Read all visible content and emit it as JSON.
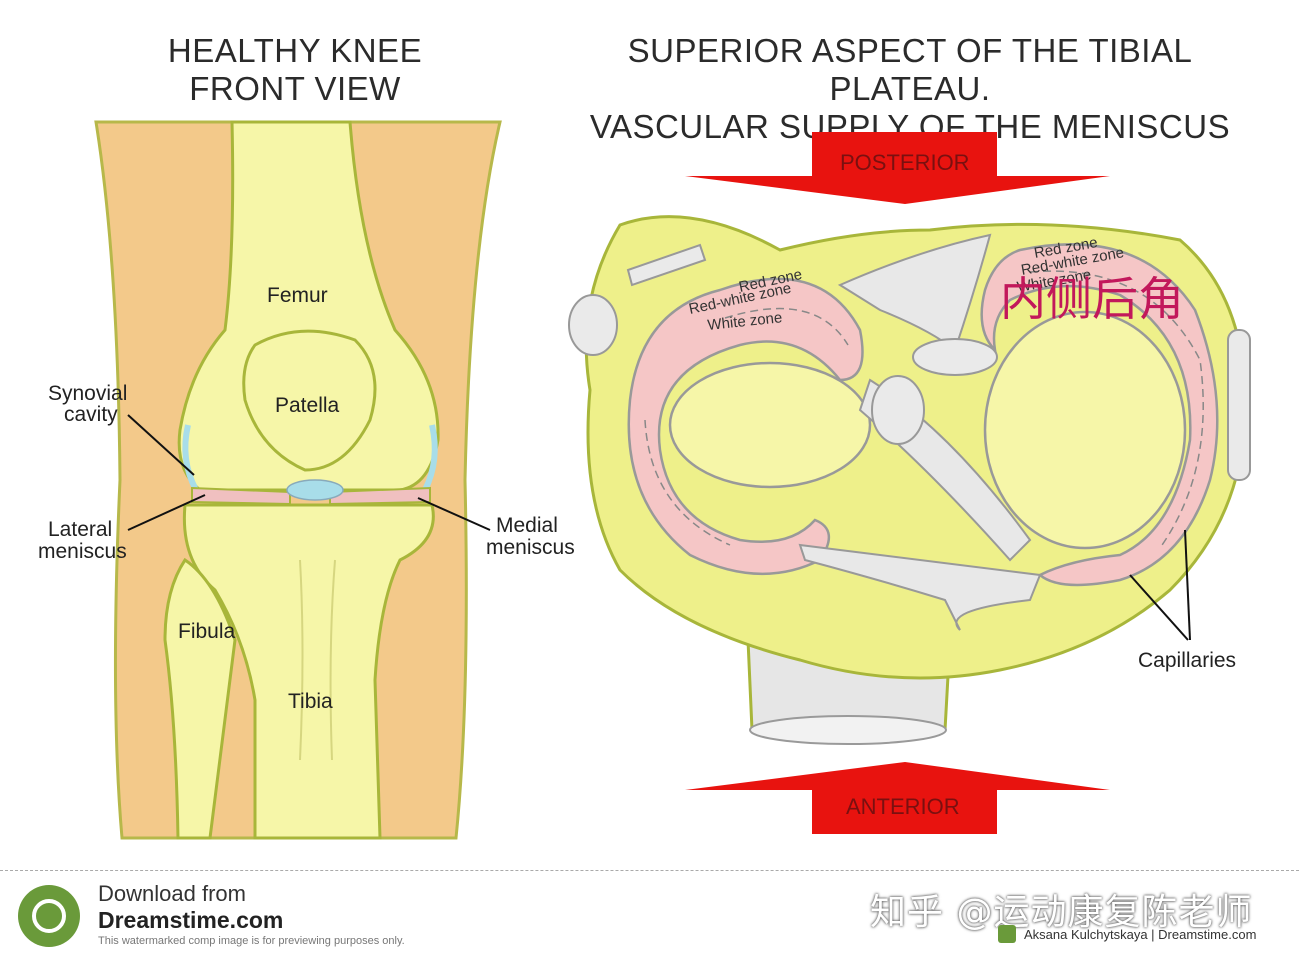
{
  "titles": {
    "left_line1": "HEALTHY KNEE",
    "left_line2": "FRONT VIEW",
    "right_line1": "SUPERIOR ASPECT OF THE TIBIAL PLATEAU.",
    "right_line2": "VASCULAR SUPPLY OF THE MENISCUS"
  },
  "front_view_labels": {
    "femur": "Femur",
    "patella": "Patella",
    "synovial_1": "Synovial",
    "synovial_2": "cavity",
    "lateral_1": "Lateral",
    "lateral_2": "meniscus",
    "medial_1": "Medial",
    "medial_2": "meniscus",
    "fibula": "Fibula",
    "tibia": "Tibia"
  },
  "plateau_labels": {
    "posterior": "POSTERIOR",
    "anterior": "ANTERIOR",
    "red_zone": "Red zone",
    "red_white_zone": "Red-white zone",
    "white_zone": "White zone",
    "red_zone_b": "Red zone",
    "red_white_zone_b": "Red-white zone",
    "white_zone_b": "White zone",
    "capillaries": "Capillaries",
    "annotation_cn": "内侧后角"
  },
  "footer": {
    "download_from": "Download from",
    "site": "Dreamstime.com",
    "notice": "This watermarked comp image is for previewing purposes only.",
    "zhihu_watermark": "知乎 @运动康复陈老师",
    "credit": "Aksana Kulchytskaya | Dreamstime.com"
  },
  "colors": {
    "bone": "#f6f6a8",
    "outline": "#a8b63a",
    "soft_tissue": "#f3c98a",
    "frame_yellow": "#eef08a",
    "meniscus_pink": "#f5c6c6",
    "arrow_red": "#e8130f",
    "annotation": "#c2185b"
  }
}
